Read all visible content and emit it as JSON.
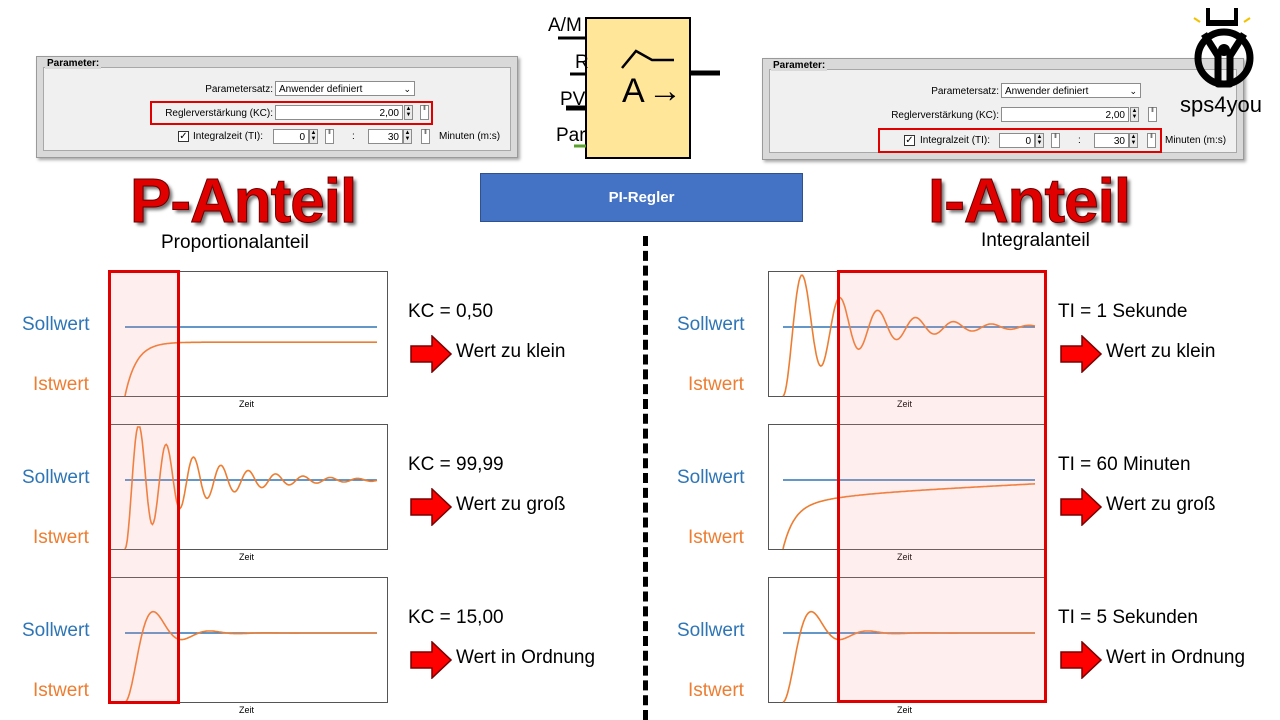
{
  "panel_left": {
    "title": "Parameter:",
    "parametersatz_label": "Parametersatz:",
    "parametersatz_value": "Anwender definiert",
    "kc_label": "Reglerverstärkung (KC):",
    "kc_value": "2,00",
    "ti_label": "Integralzeit (TI):",
    "ti_min": "0",
    "ti_colon": ":",
    "ti_sec": "30",
    "ti_unit": "Minuten (m:s)"
  },
  "panel_right": {
    "title": "Parameter:",
    "parametersatz_label": "Parametersatz:",
    "parametersatz_value": "Anwender definiert",
    "kc_label": "Reglerverstärkung (KC):",
    "kc_value": "2,00",
    "ti_label": "Integralzeit (TI):",
    "ti_min": "0",
    "ti_colon": ":",
    "ti_sec": "30",
    "ti_unit": "Minuten (m:s)"
  },
  "block": {
    "in1": "A/M",
    "in2": "R",
    "in3": "PV",
    "in4": "Par",
    "symbol": "A",
    "arrow": "→",
    "fill_color": "#ffe699"
  },
  "banner": "PI-Regler",
  "logo": {
    "text": "sps4you"
  },
  "left": {
    "title": "P-Anteil",
    "subtitle": "Proportionalanteil"
  },
  "right": {
    "title": "I-Anteil",
    "subtitle": "Integralanteil"
  },
  "labels": {
    "sollwert": "Sollwert",
    "istwert": "Istwert",
    "zeit": "Zeit"
  },
  "colors": {
    "sollwert": "#2e75b6",
    "istwert": "#ed7d31",
    "highlight": "#e00000",
    "banner": "#4472c4"
  },
  "charts_left": [
    {
      "param": "KC = 0,50",
      "verdict": "Wert zu klein",
      "response": "slow"
    },
    {
      "param": "KC = 99,99",
      "verdict": "Wert zu groß",
      "response": "oscillating"
    },
    {
      "param": "KC = 15,00",
      "verdict": "Wert in Ordnung",
      "response": "good"
    }
  ],
  "charts_right": [
    {
      "param": "TI = 1 Sekunde",
      "verdict": "Wert zu klein",
      "response": "oscillating"
    },
    {
      "param": "TI = 60 Minuten",
      "verdict": "Wert zu groß",
      "response": "slow"
    },
    {
      "param": "TI = 5 Sekunden",
      "verdict": "Wert in Ordnung",
      "response": "good"
    }
  ]
}
